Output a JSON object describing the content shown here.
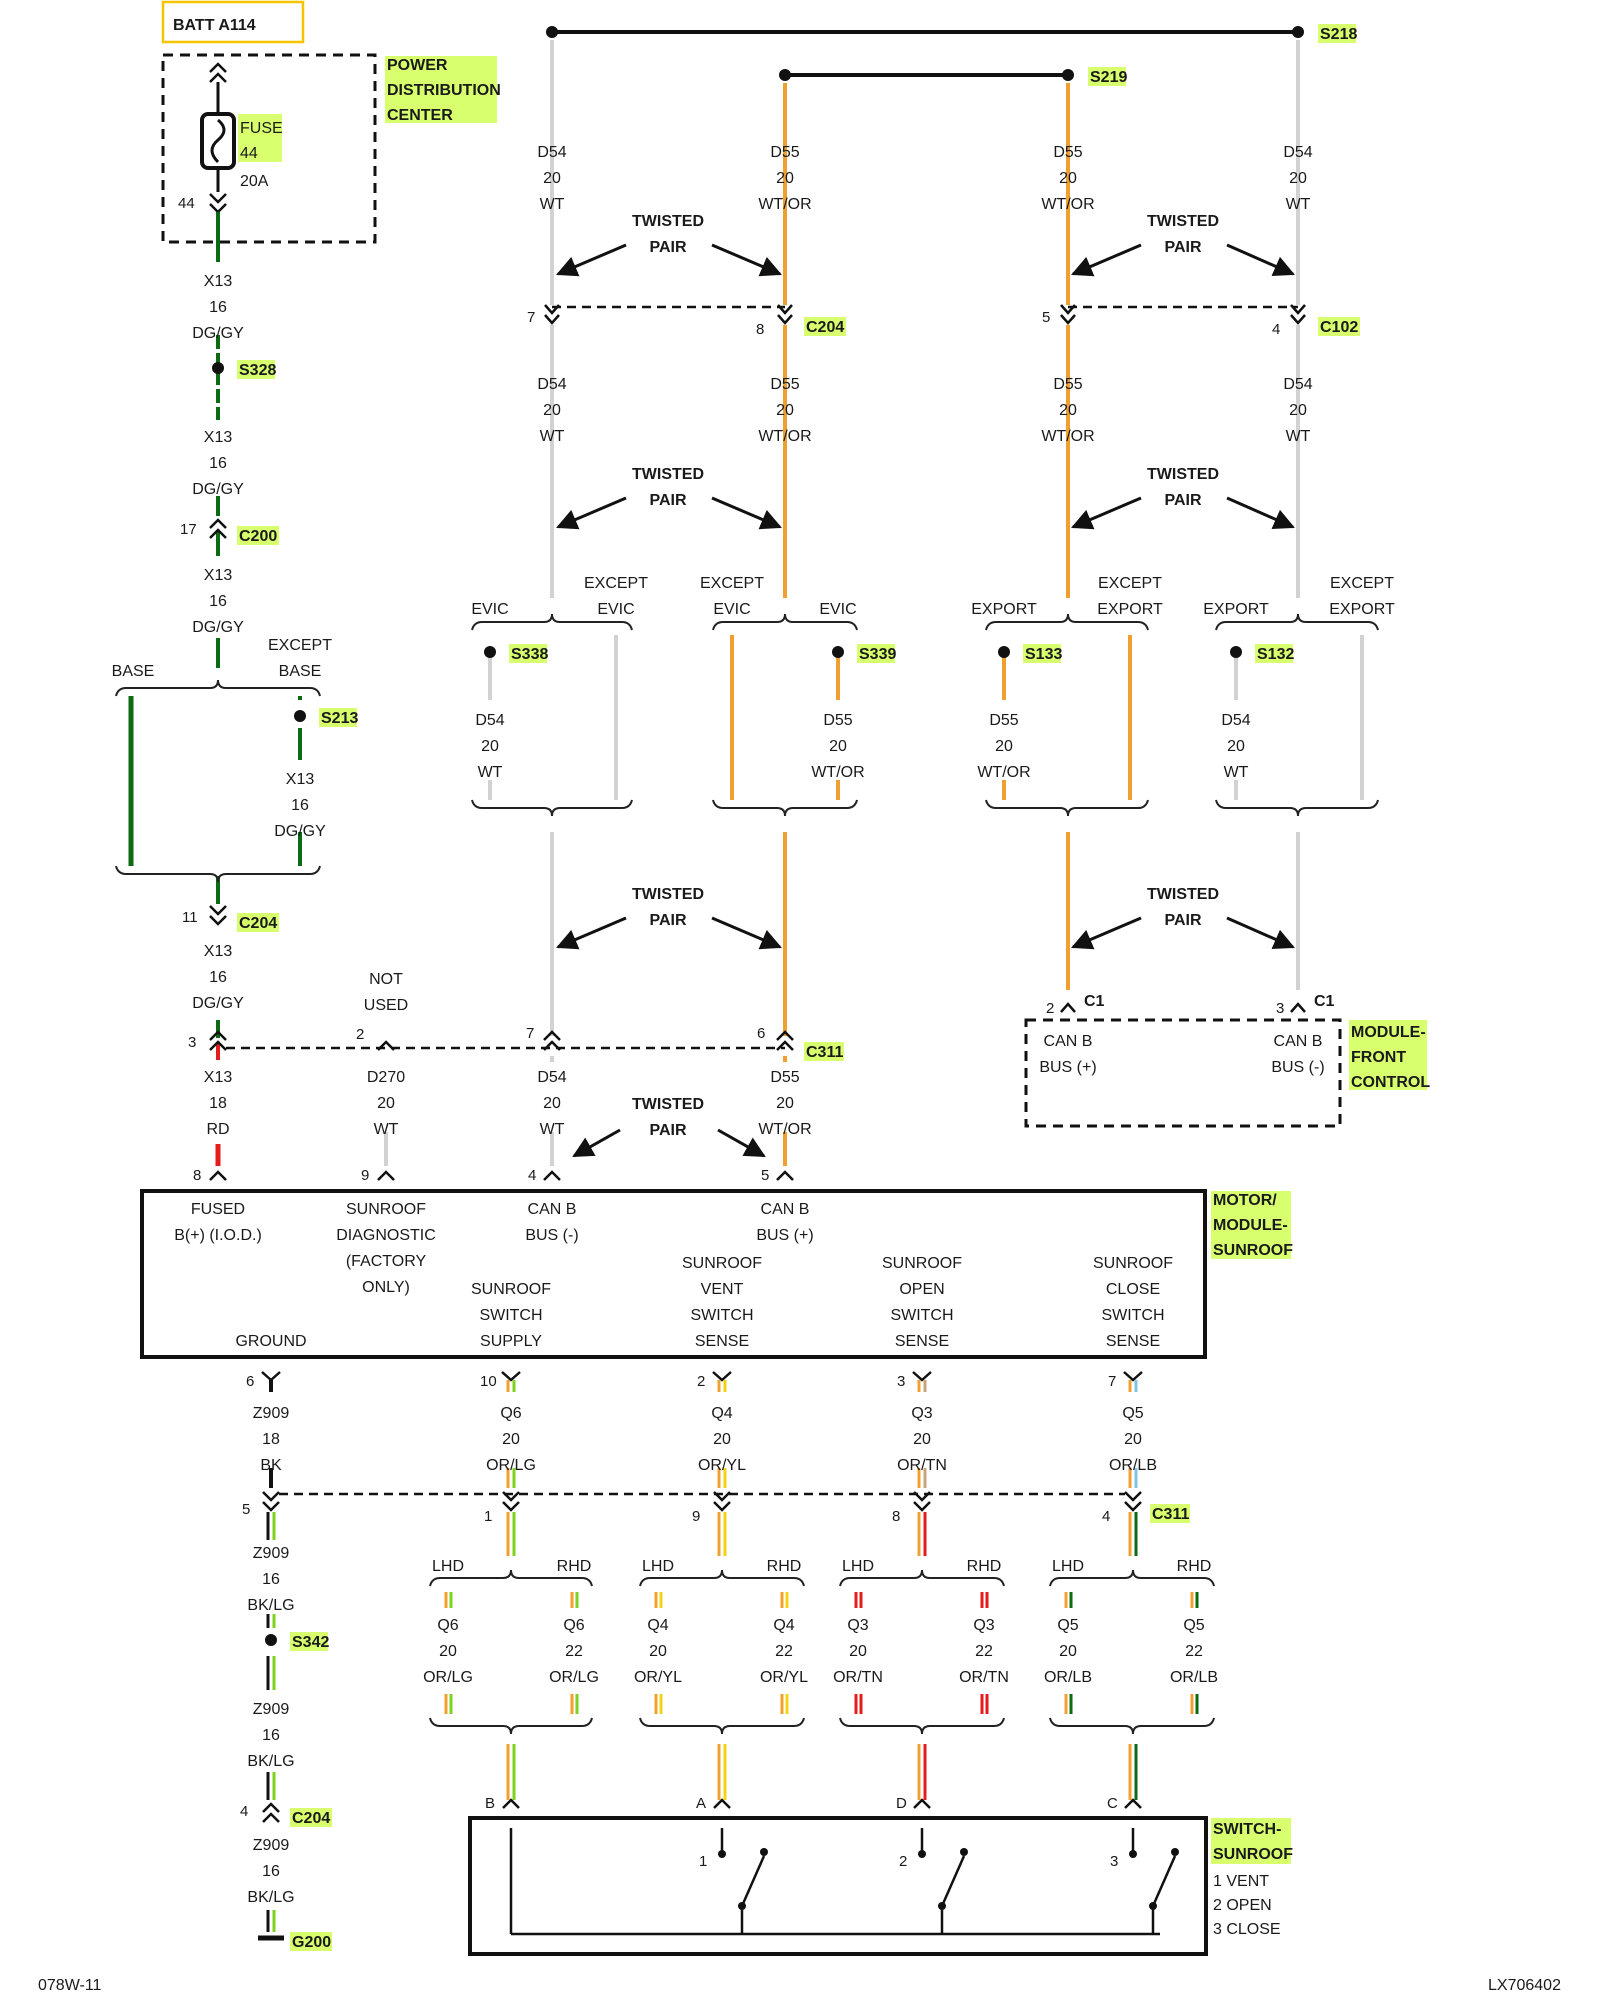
{
  "header": {
    "batt_label": "BATT A114"
  },
  "pdc": {
    "title_lines": [
      "POWER",
      "DISTRIBUTION",
      "CENTER"
    ],
    "fuse_lines": [
      "FUSE",
      "44"
    ],
    "fuse_amp": "20A",
    "pin": "44"
  },
  "left": {
    "x13_seg1": [
      "X13",
      "16",
      "DG/GY"
    ],
    "s328": "S328",
    "x13_seg2": [
      "X13",
      "16",
      "DG/GY"
    ],
    "c200_pin": "17",
    "c200": "C200",
    "x13_seg3": [
      "X13",
      "16",
      "DG/GY"
    ],
    "base": "BASE",
    "except_base": [
      "EXCEPT",
      "BASE"
    ],
    "s213": "S213",
    "x13_seg4": [
      "X13",
      "16",
      "DG/GY"
    ],
    "c204_pin": "11",
    "c204": "C204",
    "x13_seg5": [
      "X13",
      "16",
      "DG/GY"
    ],
    "c311_pin": "3",
    "x13_seg6": [
      "X13",
      "18",
      "RD"
    ],
    "not_used": [
      "NOT",
      "USED"
    ],
    "d270_pin": "2",
    "d270": [
      "D270",
      "20",
      "WT"
    ]
  },
  "splices": {
    "s218": "S218",
    "s219": "S219",
    "s338": "S338",
    "s339": "S339",
    "s133": "S133",
    "s132": "S132"
  },
  "wires": {
    "d54": [
      "D54",
      "20",
      "WT"
    ],
    "d55": [
      "D55",
      "20",
      "WT/OR"
    ]
  },
  "twisted_pair": [
    "TWISTED",
    "PAIR"
  ],
  "connectors": {
    "c204": "C204",
    "c204_pin7": "7",
    "c204_pin8": "8",
    "c102": "C102",
    "c102_pin5": "5",
    "c102_pin4": "4",
    "c311": "C311",
    "c311_pin7": "7",
    "c311_pin6": "6",
    "c1": "C1",
    "c1_pin2": "2",
    "c1_pin3": "3"
  },
  "options": {
    "evic": "EVIC",
    "except_evic": [
      "EXCEPT",
      "EVIC"
    ],
    "export": "EXPORT",
    "except_export": [
      "EXCEPT",
      "EXPORT"
    ]
  },
  "mfc": {
    "title_lines": [
      "MODULE-",
      "FRONT",
      "CONTROL"
    ],
    "can_b_pos": [
      "CAN B",
      "BUS (+)"
    ],
    "can_b_neg": [
      "CAN B",
      "BUS (-)"
    ]
  },
  "module_sunroof": {
    "title_lines": [
      "MOTOR/",
      "MODULE-",
      "SUNROOF"
    ],
    "top_pins": [
      "8",
      "9",
      "4",
      "5"
    ],
    "fused": [
      "FUSED",
      "B(+) (I.O.D.)"
    ],
    "diag": [
      "SUNROOF",
      "DIAGNOSTIC",
      "(FACTORY",
      "ONLY)"
    ],
    "canb_neg": [
      "CAN B",
      "BUS (-)"
    ],
    "canb_pos": [
      "CAN B",
      "BUS (+)"
    ],
    "ground": "GROUND",
    "supply": [
      "SUNROOF",
      "SWITCH",
      "SUPPLY"
    ],
    "vent": [
      "SUNROOF",
      "VENT",
      "SWITCH",
      "SENSE"
    ],
    "open": [
      "SUNROOF",
      "OPEN",
      "SWITCH",
      "SENSE"
    ],
    "close": [
      "SUNROOF",
      "CLOSE",
      "SWITCH",
      "SENSE"
    ],
    "bottom_pins": [
      "6",
      "10",
      "2",
      "3",
      "7"
    ]
  },
  "lower": {
    "z909_a": [
      "Z909",
      "18",
      "BK"
    ],
    "q6": [
      "Q6",
      "20",
      "OR/LG"
    ],
    "q4": [
      "Q4",
      "20",
      "OR/YL"
    ],
    "q3": [
      "Q3",
      "20",
      "OR/TN"
    ],
    "q5": [
      "Q5",
      "20",
      "OR/LB"
    ],
    "c311": "C311",
    "c311_pins": [
      "5",
      "1",
      "9",
      "8",
      "4"
    ],
    "lhd": "LHD",
    "rhd": "RHD",
    "q6_lhd": [
      "Q6",
      "20",
      "OR/LG"
    ],
    "q6_rhd": [
      "Q6",
      "22",
      "OR/LG"
    ],
    "q4_lhd": [
      "Q4",
      "20",
      "OR/YL"
    ],
    "q4_rhd": [
      "Q4",
      "22",
      "OR/YL"
    ],
    "q3_lhd": [
      "Q3",
      "20",
      "OR/TN"
    ],
    "q3_rhd": [
      "Q3",
      "22",
      "OR/TN"
    ],
    "q5_lhd": [
      "Q5",
      "20",
      "OR/LB"
    ],
    "q5_rhd": [
      "Q5",
      "22",
      "OR/LB"
    ],
    "z909_b": [
      "Z909",
      "16",
      "BK/LG"
    ],
    "s342": "S342",
    "z909_c": [
      "Z909",
      "16",
      "BK/LG"
    ],
    "c204_pin": "4",
    "c204": "C204",
    "z909_d": [
      "Z909",
      "16",
      "BK/LG"
    ],
    "g200": "G200"
  },
  "switch": {
    "title_lines": [
      "SWITCH-",
      "SUNROOF"
    ],
    "legend": [
      "1 VENT",
      "2 OPEN",
      "3 CLOSE"
    ],
    "pins": [
      "B",
      "A",
      "D",
      "C"
    ],
    "contacts": [
      "1",
      "2",
      "3"
    ]
  },
  "footer": {
    "left": "078W-11",
    "right": "LX706402"
  },
  "colors": {
    "wt": "#d2d2d2",
    "or": "#f0a030",
    "dg": "#0b6a12",
    "rd": "#e41c1c",
    "bk": "#111111",
    "lg": "#7ed321",
    "yl": "#f2d411",
    "tn": "#caa57a",
    "lb": "#7ec3ea",
    "highlight": "#d8ff6e",
    "batt_border": "#f5c400"
  }
}
